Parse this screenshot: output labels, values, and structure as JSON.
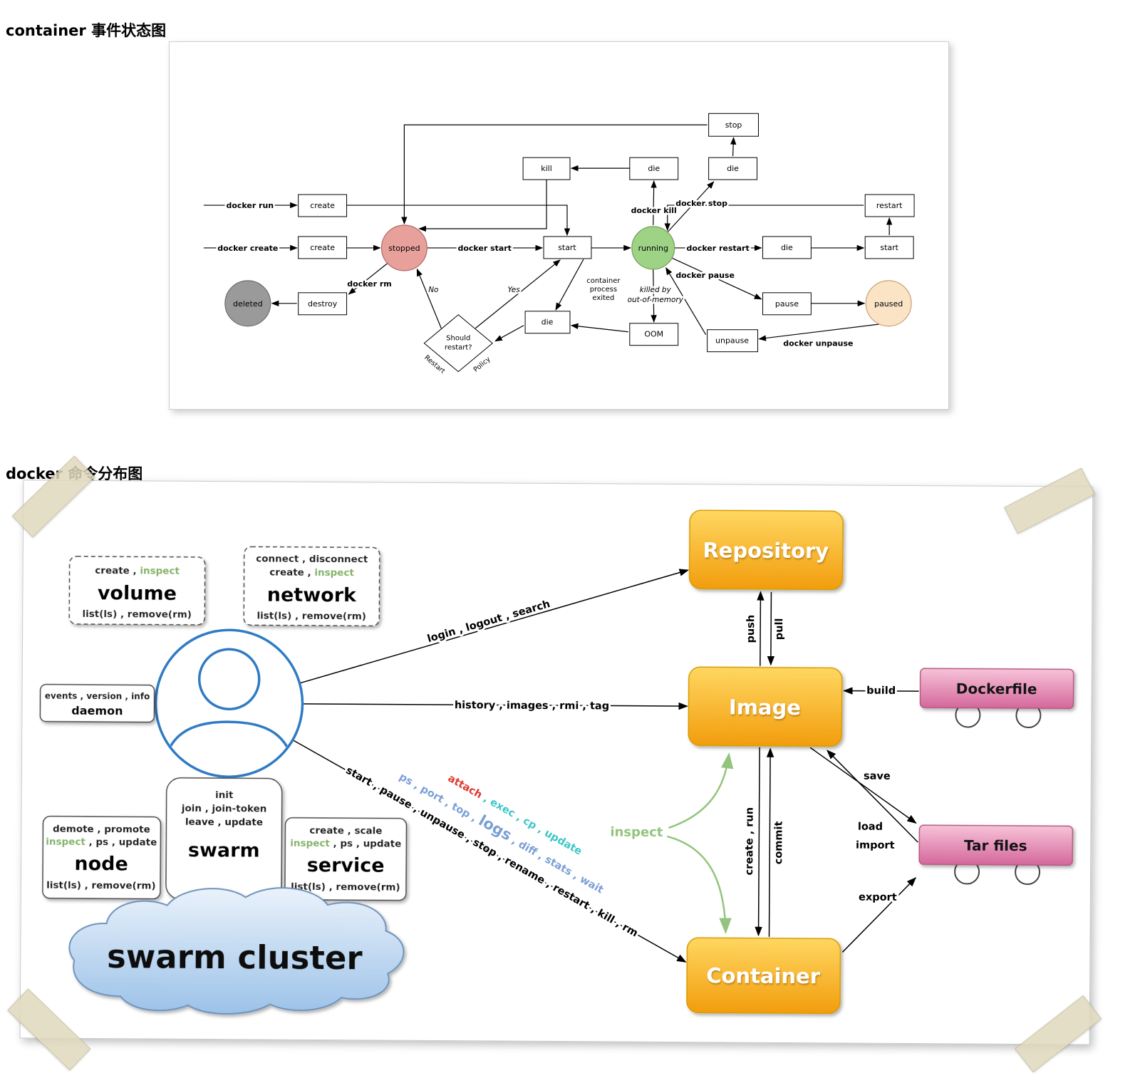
{
  "titles": {
    "state_diagram": "container 事件状态图",
    "command_diagram": "docker 命令分布图"
  },
  "colors": {
    "stopped_fill": "#E8A09B",
    "running_fill": "#9ED386",
    "deleted_fill": "#9A9A9A",
    "paused_fill": "#FBE3C6",
    "person_blue": "#2F7BC4",
    "green_cmd": "#82B366",
    "gray_cmd": "#BBBBBB",
    "blue_cmd": "#7B9FD6",
    "teal_cmd": "#3EC6C9",
    "red_cmd": "#E03A2F",
    "inspect_green": "#93C47D"
  },
  "state_diagram": {
    "events": {
      "stop": "stop",
      "kill": "kill",
      "die": "die",
      "create": "create",
      "start": "start",
      "restart": "restart",
      "destroy": "destroy",
      "pause": "pause",
      "unpause": "unpause",
      "oom": "OOM"
    },
    "states": {
      "stopped": "stopped",
      "running": "running",
      "deleted": "deleted",
      "paused": "paused"
    },
    "decision": {
      "line1": "Should",
      "line2": "restart?",
      "edge_left": "Restart",
      "edge_right": "Policy"
    },
    "edges": {
      "docker_run": "docker run",
      "docker_create": "docker create",
      "docker_start": "docker start",
      "docker_kill": "docker kill",
      "docker_stop": "docker stop",
      "docker_restart": "docker restart",
      "docker_pause": "docker pause",
      "docker_unpause": "docker unpause",
      "docker_rm": "docker rm",
      "no": "No",
      "yes": "Yes",
      "exited1": "container",
      "exited2": "process",
      "exited3": "exited",
      "killed1": "killed by",
      "killed2": "out-of-memory"
    }
  },
  "command_diagram": {
    "groups": {
      "volume": {
        "row1_a": "create , ",
        "row1_inspect": "inspect",
        "name": "volume",
        "row3": "list(ls) , remove(rm)"
      },
      "network": {
        "row0": "connect , disconnect",
        "row1_a": "create , ",
        "row1_inspect": "inspect",
        "name": "network",
        "row3": "list(ls) , remove(rm)"
      },
      "daemon": {
        "row0": "events , version , info",
        "name": "daemon"
      },
      "node": {
        "row0": "demote , promote",
        "row1_inspect": "inspect",
        "row1_b": " , ps , update",
        "name": "node",
        "row3": "list(ls) , remove(rm)"
      },
      "swarm": {
        "row0": "init",
        "row1": "join , join-token",
        "row2": "leave , update",
        "name": "swarm"
      },
      "service": {
        "row0": "create , scale",
        "row1_inspect": "inspect",
        "row1_b": " , ps , update",
        "name": "service",
        "row3": "list(ls) , remove(rm)"
      }
    },
    "cloud": "swarm cluster",
    "entities": {
      "repository": "Repository",
      "image": "Image",
      "container": "Container",
      "dockerfile": "Dockerfile",
      "tar_files": "Tar files"
    },
    "edges": {
      "repository": "login , logout , search",
      "image": "history , images , rmi , tag",
      "container_manage": "start , pause , unpause , stop , rename , restart , kill , rm",
      "container_info_a": "ps , port , top , ",
      "container_info_logs": "logs",
      "container_info_b": " , diff , stats , wait",
      "container_attach": "attach",
      "container_exec": " , exec , cp , update",
      "push": "push",
      "pull": "pull",
      "create_run": "create , run",
      "commit": "commit",
      "build": "build",
      "save": "save",
      "load": "load",
      "import": "import",
      "export": "export",
      "inspect": "inspect"
    }
  }
}
